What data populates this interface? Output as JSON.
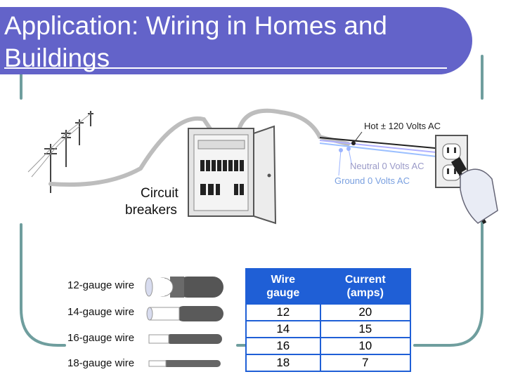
{
  "slide": {
    "title": "Application: Wiring in Homes and\nBuildings",
    "accent_color": "#6363c9",
    "frame_color": "#6f9e9e"
  },
  "diagram": {
    "breaker_label": "Circuit\nbreakers",
    "hot_label": "Hot ± 120 Volts AC",
    "neutral_label": "Neutral 0 Volts AC",
    "ground_label": "Ground 0 Volts AC",
    "icons": [
      "utility-pole-icon",
      "breaker-panel-icon",
      "outlet-icon",
      "plug-hand-icon"
    ]
  },
  "wires": [
    {
      "label": "12-gauge wire"
    },
    {
      "label": "14-gauge wire"
    },
    {
      "label": "16-gauge wire"
    },
    {
      "label": "18-gauge wire"
    }
  ],
  "table": {
    "headers": [
      "Wire\ngauge",
      "Current\n(amps)"
    ],
    "rows": [
      [
        "12",
        "20"
      ],
      [
        "14",
        "15"
      ],
      [
        "16",
        "10"
      ],
      [
        "18",
        "7"
      ]
    ]
  }
}
